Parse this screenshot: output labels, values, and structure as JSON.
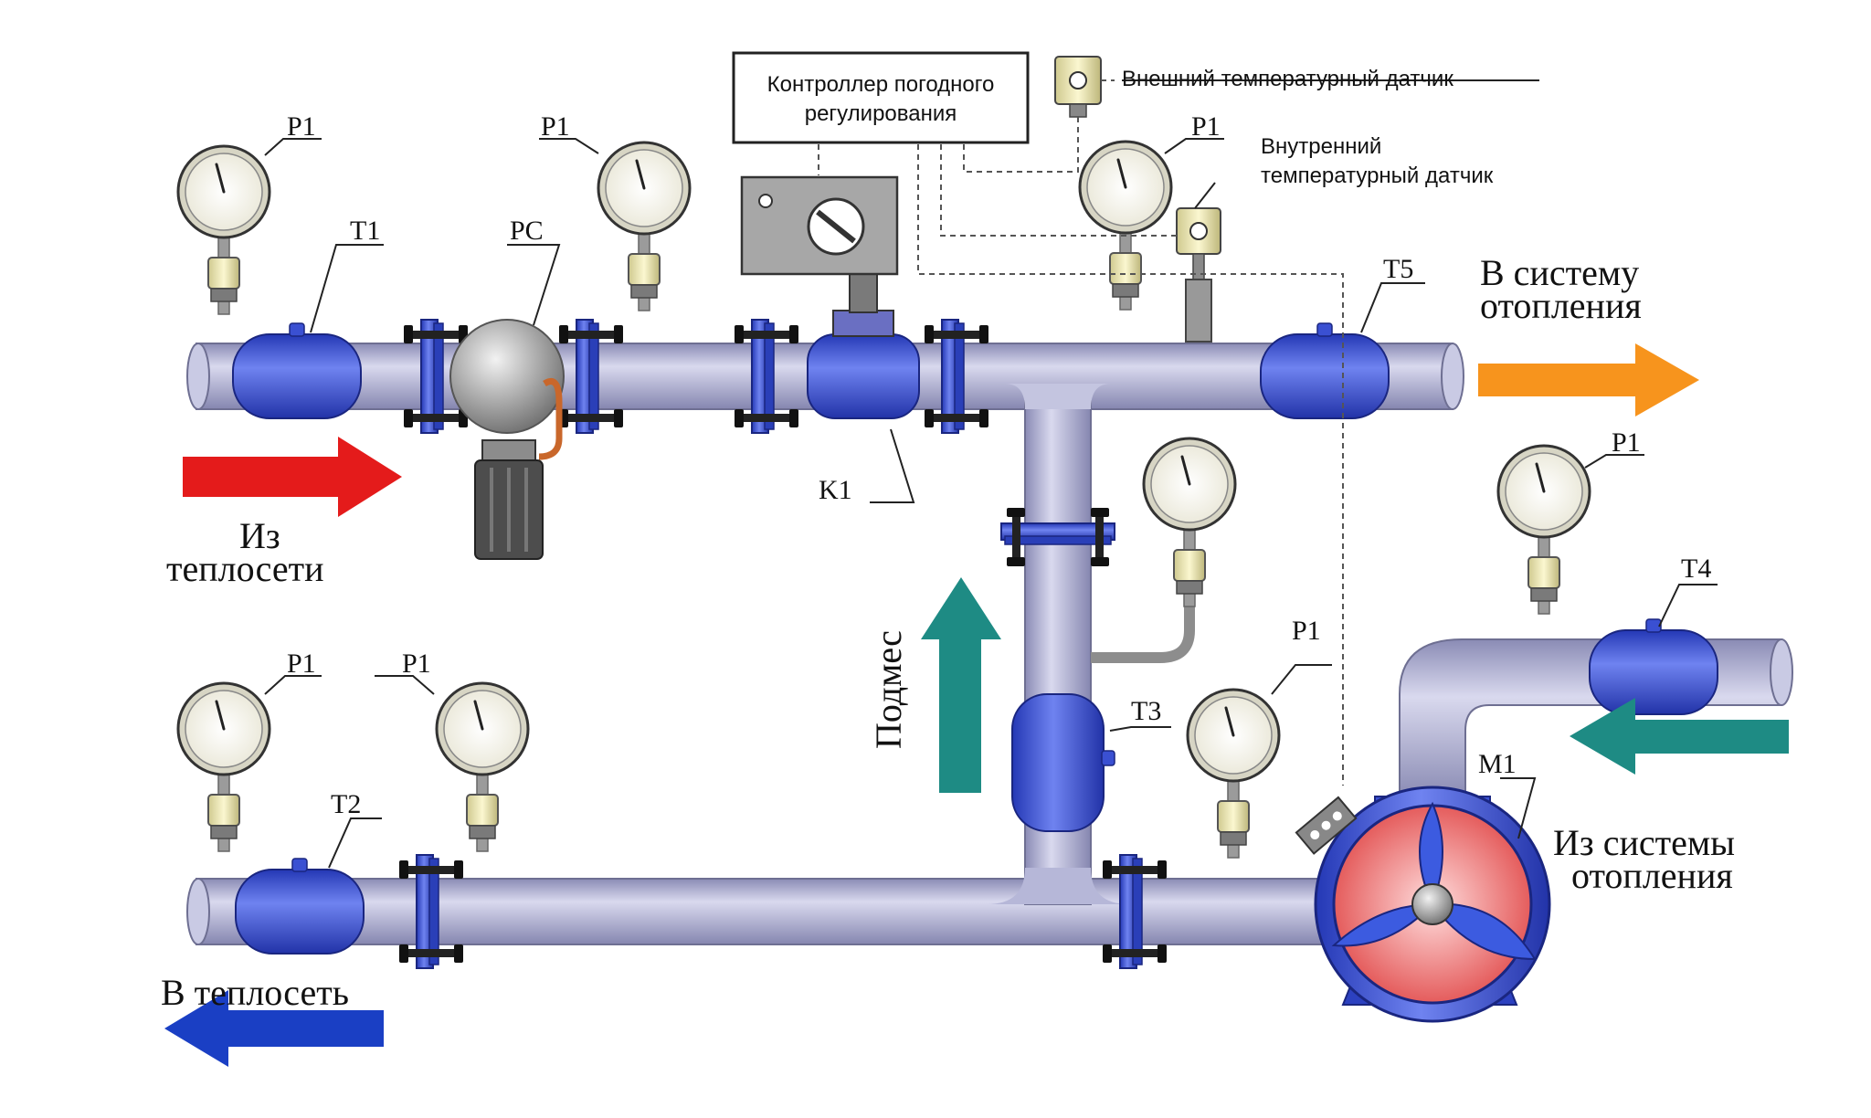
{
  "labels": {
    "p1": "P1",
    "t1": "T1",
    "t2": "T2",
    "t3": "T3",
    "t4": "T4",
    "t5": "T5",
    "pc": "PC",
    "k1": "K1",
    "m1": "M1"
  },
  "controller": {
    "line1": "Контроллер погодного",
    "line2": "регулирования"
  },
  "sensors": {
    "external": "Внешний температурный датчик",
    "internal_line1": "Внутренний",
    "internal_line2": "температурный датчик"
  },
  "flows": {
    "to_heating_line1": "В систему",
    "to_heating_line2": "отопления",
    "from_network_line1": "Из",
    "from_network_line2": "теплосети",
    "to_network": "В теплосеть",
    "from_heating_line1": "Из системы",
    "from_heating_line2": "отопления",
    "mixing": "Подмес"
  },
  "colors": {
    "supply_arrow": "#e41b1b",
    "to_heating_arrow": "#f7941d",
    "return_arrow": "#1a3fc4",
    "mix_arrow": "#1e8b84",
    "pipe": "#b3b4d6",
    "fitting": "#3a50d2",
    "pump_body": "#e95b5b"
  }
}
